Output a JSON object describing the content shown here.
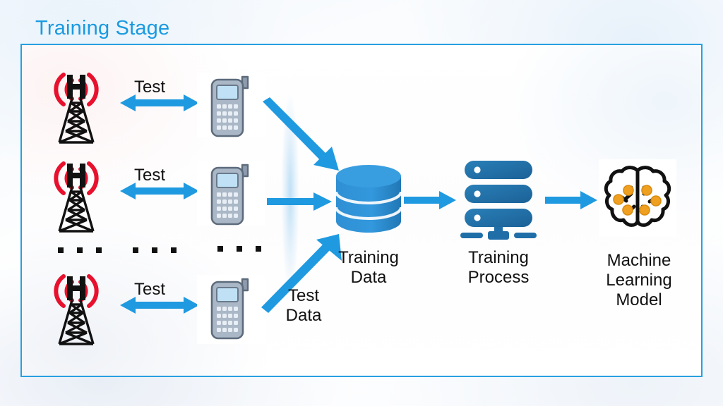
{
  "title": "Training Stage",
  "colors": {
    "title_blue": "#1a9ae0",
    "panel_border": "#27a0e0",
    "arrow_blue": "#1f9ae0",
    "database_blue": "#2e92d8",
    "server_blue": "#1f6ea8",
    "signal_red": "#e8112d",
    "brain_node_orange": "#f0a020",
    "phone_body": "#8e9cae",
    "phone_screen": "#bfe0f5",
    "text_black": "#111111"
  },
  "rows": [
    {
      "tower_icon": "cell-tower-icon",
      "link_label": "Test",
      "link_icon": "double-arrow-icon",
      "phone_icon": "mobile-phone-icon",
      "flow_icon": "diagonal-arrow-down-icon"
    },
    {
      "tower_icon": "cell-tower-icon",
      "link_label": "Test",
      "link_icon": "double-arrow-icon",
      "phone_icon": "mobile-phone-icon",
      "flow_icon": "horizontal-arrow-icon"
    },
    {
      "tower_icon": "cell-tower-icon",
      "link_label": "Test",
      "link_icon": "double-arrow-icon",
      "phone_icon": "mobile-phone-icon",
      "flow_icon": "diagonal-arrow-up-icon"
    }
  ],
  "ellipsis": {
    "glyph": "...",
    "columns": [
      "tower-column",
      "link-column",
      "phone-column"
    ]
  },
  "flow": {
    "test_data_label": "Test\nData",
    "database": {
      "icon": "database-icon",
      "label": "Training\nData"
    },
    "server": {
      "icon": "server-icon",
      "label": "Training\nProcess"
    },
    "brain": {
      "icon": "brain-icon",
      "label": "Machine\nLearning\nModel"
    },
    "arrow_db_to_server": "horizontal-arrow-icon",
    "arrow_server_to_brain": "horizontal-arrow-icon"
  }
}
